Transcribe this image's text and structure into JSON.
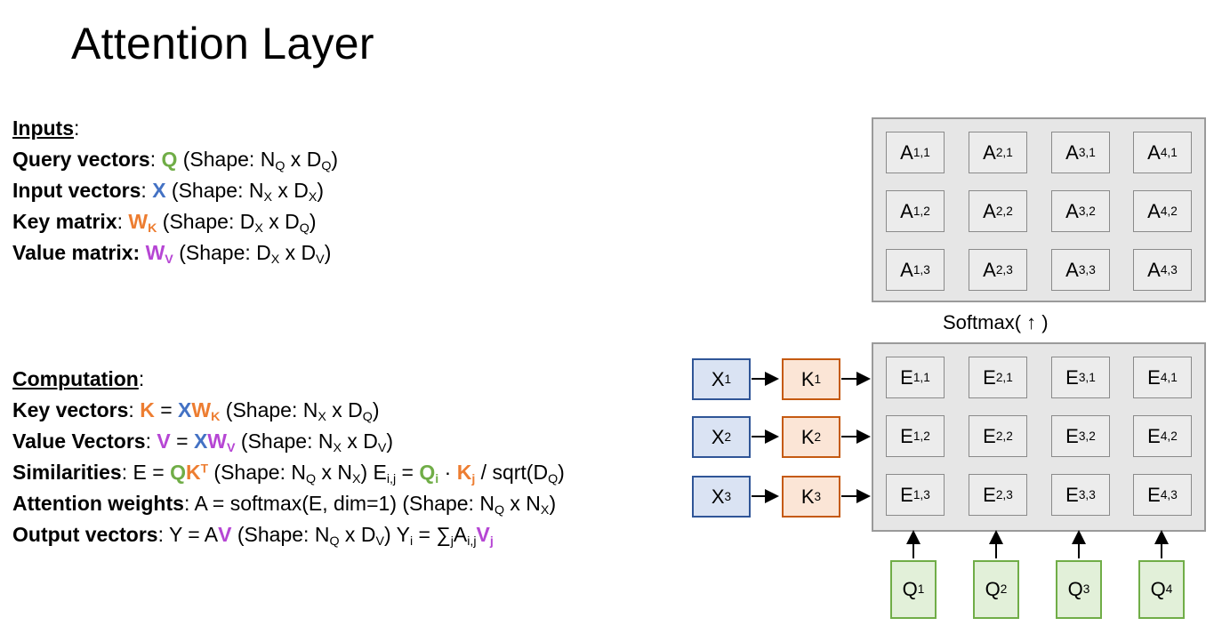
{
  "title": "Attention Layer",
  "inputs": {
    "header": "Inputs",
    "query_label": "Query vectors",
    "query_sym": "Q",
    "query_shape_pre": " (Shape: N",
    "query_shape_s1": "Q",
    "query_shape_mid": " x D",
    "query_shape_s2": "Q",
    "query_shape_end": ")",
    "input_label": "Input vectors",
    "input_sym": "X",
    "input_shape_pre": " (Shape: N",
    "input_shape_s1": "X",
    "input_shape_mid": " x D",
    "input_shape_s2": "X",
    "input_shape_end": ")",
    "key_label": "Key matrix",
    "key_sym": "W",
    "key_sym_sub": "K",
    "key_shape_pre": " (Shape: D",
    "key_shape_s1": "X",
    "key_shape_mid": " x D",
    "key_shape_s2": "Q",
    "key_shape_end": ")",
    "value_label": "Value matrix:",
    "value_sym": "W",
    "value_sym_sub": "V",
    "value_shape_pre": " (Shape: D",
    "value_shape_s1": "X",
    "value_shape_mid": " x D",
    "value_shape_s2": "V",
    "value_shape_end": ")"
  },
  "computation": {
    "header": "Computation",
    "keyvec_label": "Key vectors",
    "keyvec_K": "K",
    "keyvec_eq": " = ",
    "keyvec_X": "X",
    "keyvec_W": "W",
    "keyvec_Wsub": "K",
    "keyvec_shape_pre": "  (Shape: N",
    "keyvec_s1": "X",
    "keyvec_mid": " x D",
    "keyvec_s2": "Q",
    "keyvec_end": ")",
    "valvec_label": "Value Vectors",
    "valvec_V": "V",
    "valvec_eq": " = ",
    "valvec_X": "X",
    "valvec_W": "W",
    "valvec_Wsub": "V",
    "valvec_shape_pre": " (Shape: N",
    "valvec_s1": "X",
    "valvec_mid": " x D",
    "valvec_s2": "V",
    "valvec_end": ")",
    "sim_label": "Similarities",
    "sim_eq": ": E = ",
    "sim_Q": "Q",
    "sim_K": "K",
    "sim_T": "T",
    "sim_shape_pre": " (Shape: N",
    "sim_s1": "Q",
    "sim_mid": " x N",
    "sim_s2": "X",
    "sim_end": ") E",
    "sim_Eij": "i,j",
    "sim_eq2": " = ",
    "sim_Qi": "Q",
    "sim_Qi_sub": "i",
    "sim_dot": " · ",
    "sim_Kj": "K",
    "sim_Kj_sub": "j",
    "sim_sqrt": " / sqrt(D",
    "sim_sqrt_sub": "Q",
    "sim_sqrt_end": ")",
    "att_label": "Attention weights",
    "att_text": ": A = softmax(E, dim=1)  (Shape: N",
    "att_s1": "Q",
    "att_mid": " x N",
    "att_s2": "X",
    "att_end": ")",
    "out_label": "Output vectors",
    "out_text": ": Y = A",
    "out_V": "V",
    "out_shape_pre": " (Shape: N",
    "out_s1": "Q",
    "out_mid": " x D",
    "out_s2": "V",
    "out_end": ") Y",
    "out_Yi": "i",
    "out_eq": " = ∑",
    "out_sumsub": "j",
    "out_A": "A",
    "out_Asub": "i,j",
    "out_Vj": "V",
    "out_Vj_sub": "j"
  },
  "diagram": {
    "softmax_label": "Softmax( ↑ )",
    "A_cells": [
      [
        "A",
        "1,1"
      ],
      [
        "A",
        "2,1"
      ],
      [
        "A",
        "3,1"
      ],
      [
        "A",
        "4,1"
      ],
      [
        "A",
        "1,2"
      ],
      [
        "A",
        "2,2"
      ],
      [
        "A",
        "3,2"
      ],
      [
        "A",
        "4,2"
      ],
      [
        "A",
        "1,3"
      ],
      [
        "A",
        "2,3"
      ],
      [
        "A",
        "3,3"
      ],
      [
        "A",
        "4,3"
      ]
    ],
    "E_cells": [
      [
        "E",
        "1,1"
      ],
      [
        "E",
        "2,1"
      ],
      [
        "E",
        "3,1"
      ],
      [
        "E",
        "4,1"
      ],
      [
        "E",
        "1,2"
      ],
      [
        "E",
        "2,2"
      ],
      [
        "E",
        "3,2"
      ],
      [
        "E",
        "4,2"
      ],
      [
        "E",
        "1,3"
      ],
      [
        "E",
        "2,3"
      ],
      [
        "E",
        "3,3"
      ],
      [
        "E",
        "4,3"
      ]
    ],
    "X_boxes": [
      [
        "X",
        "1"
      ],
      [
        "X",
        "2"
      ],
      [
        "X",
        "3"
      ]
    ],
    "K_boxes": [
      [
        "K",
        "1"
      ],
      [
        "K",
        "2"
      ],
      [
        "K",
        "3"
      ]
    ],
    "Q_boxes": [
      [
        "Q",
        "1"
      ],
      [
        "Q",
        "2"
      ],
      [
        "Q",
        "3"
      ],
      [
        "Q",
        "4"
      ]
    ],
    "colors": {
      "query": "#70ad47",
      "input": "#4472c4",
      "key": "#ed7d31",
      "value": "#b646d4"
    }
  }
}
